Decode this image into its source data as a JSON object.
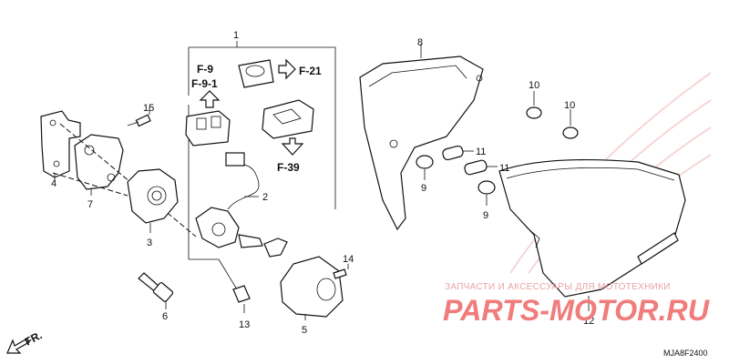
{
  "callouts": {
    "p1": "1",
    "p2": "2",
    "p3": "3",
    "p4": "4",
    "p5": "5",
    "p6": "6",
    "p7": "7",
    "p8": "8",
    "p9a": "9",
    "p9b": "9",
    "p10a": "10",
    "p10b": "10",
    "p11a": "11",
    "p11b": "11",
    "p12": "12",
    "p13": "13",
    "p14": "14",
    "p15": "15"
  },
  "refs": {
    "f9": "F-9",
    "f91": "F-9-1",
    "f21": "F-21",
    "f39": "F-39"
  },
  "direction": {
    "label": "FR."
  },
  "watermark": {
    "subtitle": "ЗАПЧАСТИ И АКСЕССУАРЫ ДЛЯ МОТОТЕХНИКИ",
    "brand": "PARTS-MOTOR.RU"
  },
  "diagram_code": "MJA8F2400"
}
